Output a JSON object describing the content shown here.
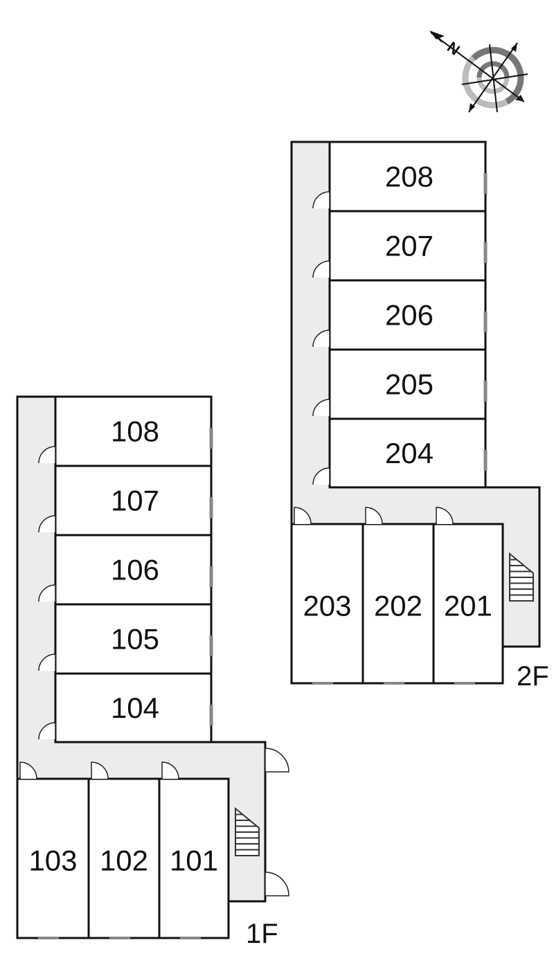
{
  "compass": {
    "north_label": "N"
  },
  "floors": [
    {
      "label": "1F",
      "side_rooms": [
        "108",
        "107",
        "106",
        "105",
        "104"
      ],
      "bottom_rooms": [
        "103",
        "102",
        "101"
      ]
    },
    {
      "label": "2F",
      "side_rooms": [
        "208",
        "207",
        "206",
        "205",
        "204"
      ],
      "bottom_rooms": [
        "203",
        "202",
        "201"
      ]
    }
  ],
  "colors": {
    "corridor": "#ececec",
    "wall": "#111111",
    "compass_dark": "#777777",
    "compass_light": "#bbbbbb"
  }
}
